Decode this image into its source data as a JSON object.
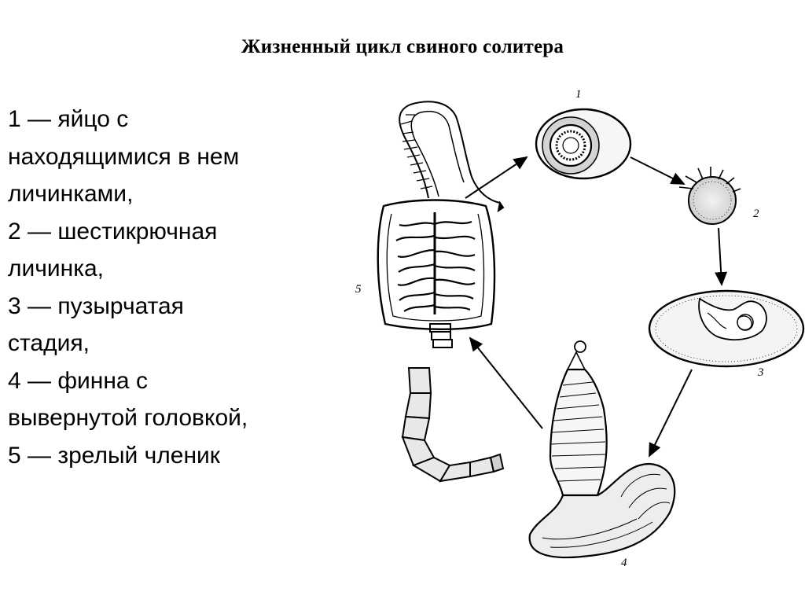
{
  "title": "Жизненный цикл  свиного солитера",
  "legend": [
    "1 — яйцо с",
    "находящимися в нем",
    "личинками,",
    "2 — шестикрючная",
    "личинка,",
    "3 — пузырчатая",
    "стадия,",
    "4 — финна с",
    "вывернутой головкой,",
    "5 — зрелый членик"
  ],
  "stage_numbers": [
    "1",
    "2",
    "3",
    "4",
    "5"
  ],
  "colors": {
    "ink": "#000000",
    "background": "#ffffff"
  }
}
